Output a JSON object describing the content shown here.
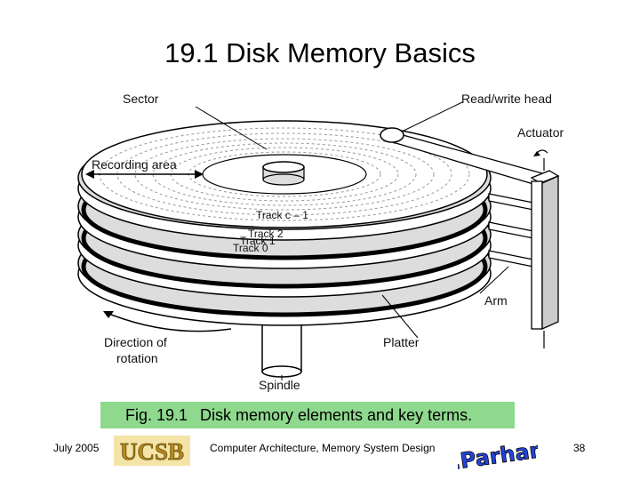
{
  "slide": {
    "title": "19.1  Disk Memory Basics"
  },
  "diagram": {
    "labels": {
      "sector": "Sector",
      "read_write_head": "Read/write head",
      "actuator": "Actuator",
      "recording_area": "Recording area",
      "track_c_1": "Track c – 1",
      "track_2": "Track 2",
      "track_1": "Track 1",
      "track_0": "Track 0",
      "arm": "Arm",
      "direction_line1": "Direction of",
      "direction_line2": "rotation",
      "platter": "Platter",
      "spindle": "Spindle"
    }
  },
  "caption": {
    "figure": "Fig. 19.1",
    "text": "Disk memory elements and key terms.",
    "background": "#8ed98e"
  },
  "footer": {
    "date": "July 2005",
    "center": "Computer Architecture, Memory System Design",
    "page": "38",
    "logo_text": "UCSB",
    "signature_text": "B. Parhami"
  }
}
